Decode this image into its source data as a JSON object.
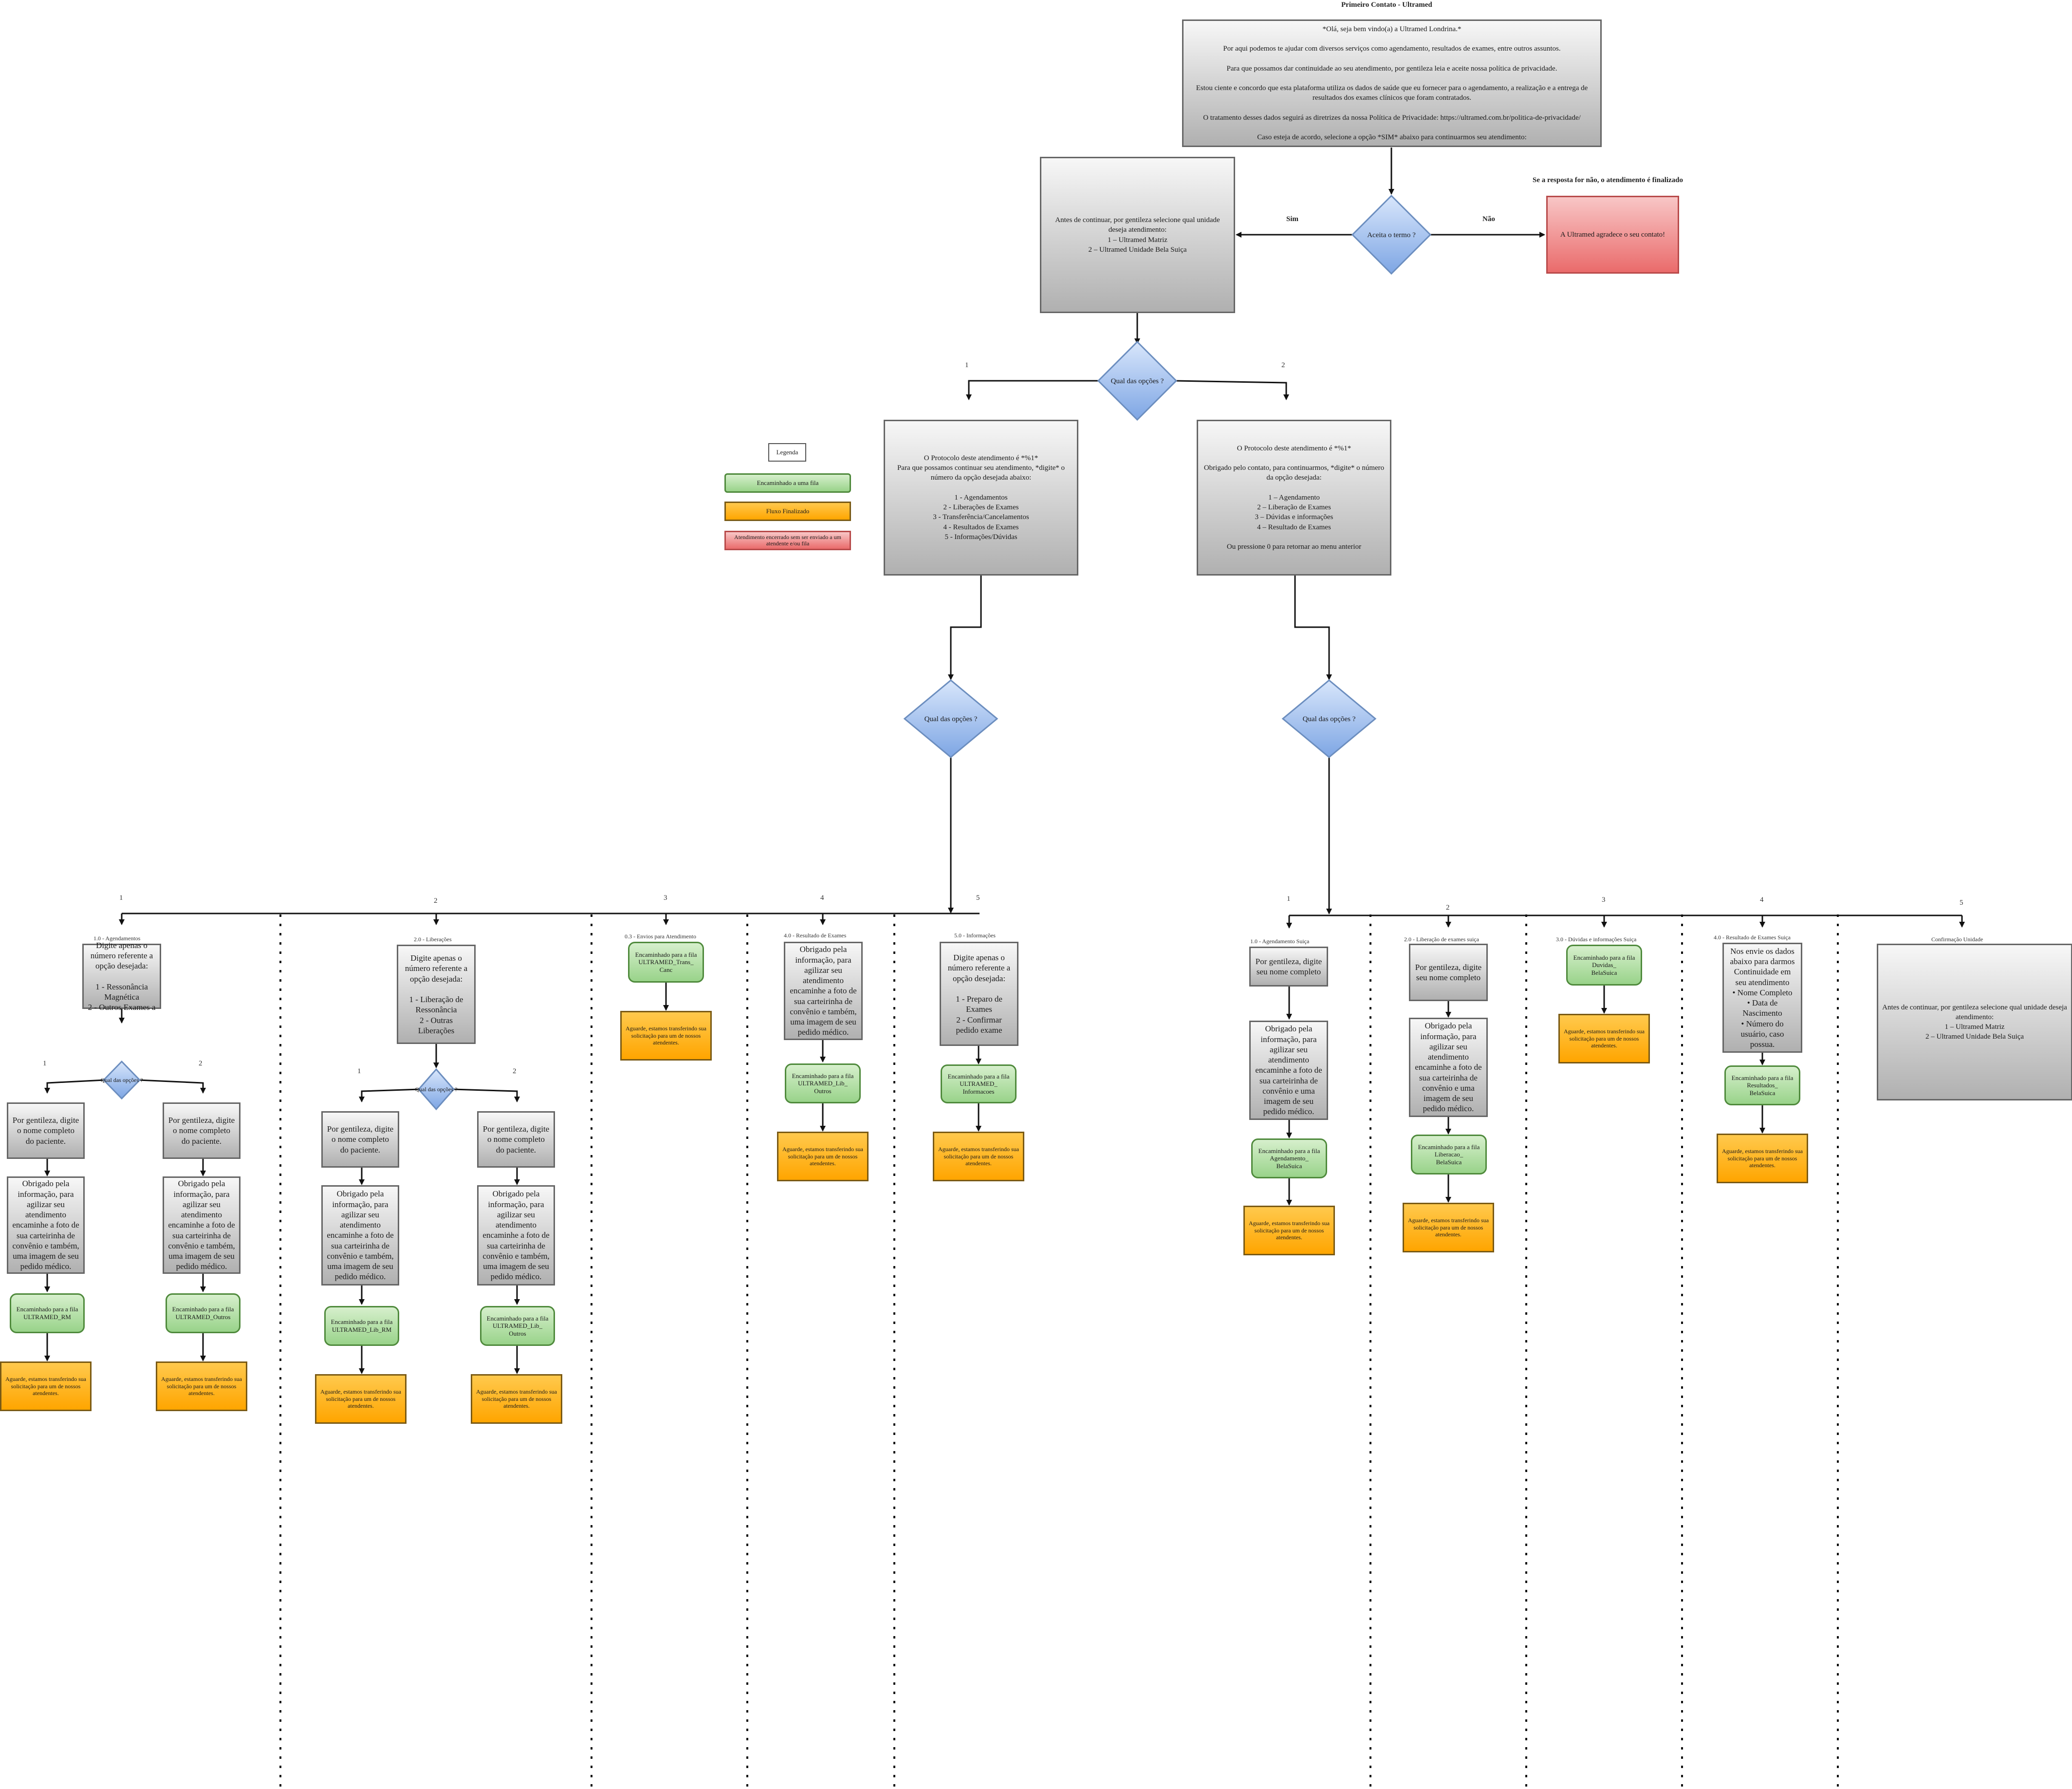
{
  "title": "Primeiro Contato - Ultramed",
  "welcome_text": "*Olá, seja bem vindo(a) a Ultramed Londrina.*\n\nPor aqui podemos te ajudar com diversos serviços como agendamento, resultados de exames, entre outros assuntos.\n\nPara que possamos dar continuidade ao seu atendimento, por gentileza leia e aceite nossa política de privacidade.\n\nEstou ciente e concordo que esta plataforma utiliza os dados de saúde que eu fornecer para o agendamento, a realização e a entrega de resultados dos exames clínicos que foram contratados.\n\nO tratamento desses dados seguirá as diretrizes da nossa Política de Privacidade: https://ultramed.com.br/politica-de-privacidade/\n\nCaso esteja de acordo, selecione a opção *SIM* abaixo para continuarmos seu atendimento:",
  "accept_decision": "Aceita o termo ?",
  "yes_label": "Sim",
  "no_label": "Não",
  "no_note": "Se a resposta for não, o atendimento é finalizado",
  "goodbye_text": "A Ultramed agradece o seu contato!",
  "unit_select_text": "Antes de continuar, por gentileza selecione qual unidade deseja atendimento:\n1 – Ultramed Matriz\n2 – Ultramed Unidade Bela Suiça",
  "options_decision": "Qual das opções ?",
  "label_1": "1",
  "label_2": "2",
  "label_3": "3",
  "label_4": "4",
  "label_5": "5",
  "legend": {
    "title": "Legenda",
    "queue": "Encaminhado a uma fila",
    "finished": "Fluxo Finalizado",
    "closed": "Atendimento encerrado sem ser enviado a um atendente e/ou fila"
  },
  "matriz_menu": "O Protocolo deste atendimento é *%1*\nPara que possamos continuar seu atendimento, *digite* o número da opção desejada abaixo:\n\n1 - Agendamentos\n2 - Liberações de Exames\n3 - Transferência/Cancelamentos\n4 - Resultados de Exames\n5 - Informações/Dúvidas",
  "suica_menu": "O Protocolo deste atendimento é *%1*\n\nObrigado pelo contato, para continuarmos, *digite* o número da opção desejada:\n\n1 – Agendamento\n2 – Liberação de Exames\n3 – Dúvidas e informações\n4 – Resultado de Exames\n\nOu pressione 0 para retornar ao menu anterior",
  "wait_text": "Aguarde, estamos transferindo sua solicitação para um de nossos atendentes.",
  "full_name_text": "Por gentileza, digite o nome completo do paciente.",
  "photo_text": "Obrigado pela informação, para agilizar seu atendimento encaminhe a foto de sua carteirinha de convênio e também, uma imagem de seu pedido médico.",
  "section_labels": {
    "agendamentos": "1.0 - Agendamentos",
    "liberacoes": "2.0 - Liberações",
    "envios": "0.3 - Envios para Atendimento",
    "resultado": "4.0 - Resultado de Exames",
    "informacoes": "5.0 - Informações",
    "ag_suica": "1.0 - Agendamento Suiça",
    "lib_suica": "2.0 - Liberação de exames suiça",
    "duv_suica": "3.0 - Dúvidas e informações Suiça",
    "res_suica": "4.0 - Resultado de Exames Suiça",
    "conf": "Confirmação Unidade"
  },
  "agend_menu": "Digite apenas o número referente a opção desejada:\n\n1 - Ressonância Magnética\n2 - Outros Exames a",
  "small_decision": "Qual das opções ?",
  "queue_rm": "Encaminhado para a fila\nULTRAMED_RM",
  "queue_outros": "Encaminhado para a fila\nULTRAMED_Outros",
  "lib_menu": "Digite apenas o número referente a opção desejada:\n\n1 - Liberação de Ressonância\n2 - Outras Liberações",
  "queue_lib_rm": "Encaminhado para a fila\nULTRAMED_Lib_RM",
  "queue_lib_outros": "Encaminhado para a fila\nULTRAMED_Lib_\nOutros",
  "queue_trans": "Encaminhado para a fila\nULTRAMED_Trans_\nCanc",
  "queue_res_outros": "Encaminhado para a fila\nULTRAMED_Lib_\nOutros",
  "info_menu": "Digite apenas o número referente a opção desejada:\n\n1 - Preparo de Exames\n2 - Confirmar pedido exame",
  "queue_info": "Encaminhado para a fila\nULTRAMED_\nInformacoes",
  "suica_name_text": "Por gentileza, digite seu nome completo",
  "suica_photo_text": "Obrigado pela informação, para agilizar seu atendimento encaminhe a foto de sua carteirinha de convênio e uma imagem de seu pedido médico.",
  "queue_ag_suica": "Encaminhado para a fila\nAgendamento_\nBelaSuica",
  "queue_lib_suica": "Encaminhado para a fila\nLiberacao_\nBelaSuica",
  "queue_duv_suica": "Encaminhado para a fila\nDuvidas_\nBelaSuica",
  "res_suica_text": "Nos envie os dados abaixo para darmos Continuidade em seu atendimento\n• Nome Completo\n• Data de Nascimento\n• Número do usuário, caso possua.",
  "queue_res_suica": "Encaminhado para a fila\nResultados_\nBelaSuica"
}
